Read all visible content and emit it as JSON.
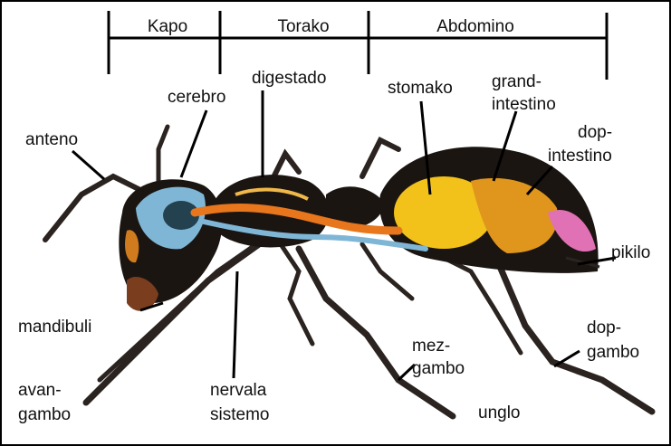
{
  "sections": {
    "head": "Kapo",
    "thorax": "Torako",
    "abdomen": "Abdomino"
  },
  "labels": {
    "antenna": "anteno",
    "brain": "cerebro",
    "digestive": "digestado",
    "stomach": "stomako",
    "large_intestine_1": "grand-",
    "large_intestine_2": "intestino",
    "hindgut_1": "dop-",
    "hindgut_2": "intestino",
    "sting": "pikilo",
    "mandibles": "mandibuli",
    "foreleg_1": "avan-",
    "foreleg_2": "gambo",
    "nervous_1": "nervala",
    "nervous_2": "sistemo",
    "midleg_1": "mez-",
    "midleg_2": "gambo",
    "claw": "unglo",
    "hindleg_1": "dop-",
    "hindleg_2": "gambo"
  },
  "colors": {
    "body": "#1b1512",
    "digestive": "#e8761c",
    "nerve": "#7fb6d6",
    "stomach": "#f2c21a",
    "sting": "#e071b4",
    "frame": "#000000"
  }
}
